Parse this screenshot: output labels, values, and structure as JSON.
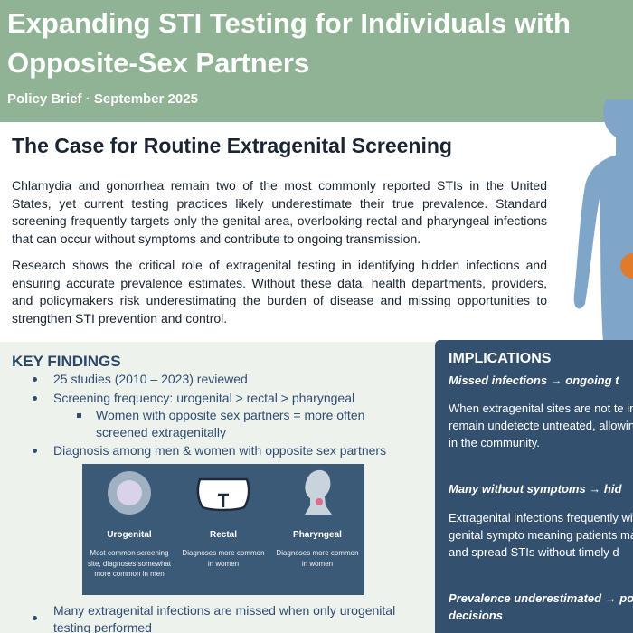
{
  "header": {
    "title": "Expanding STI Testing for Individuals with Opposite-Sex Partners",
    "subtitle": "Policy Brief · September 2025"
  },
  "intro": {
    "heading": "The Case for Routine Extragenital Screening",
    "paragraphs": [
      "Chlamydia and gonorrhea remain two of the most commonly reported STIs in the United States, yet current testing practices likely underestimate their true prevalence. Standard screening frequently targets only the genital area, overlooking rectal and pharyngeal infections that can occur without symptoms and contribute to ongoing transmission.",
      "Research shows the critical role of extragenital testing in identifying hidden infections and ensuring accurate prevalence estimates. Without these data, health departments, providers, and policymakers risk underestimating the burden of disease and missing opportunities to strengthen STI prevention and control."
    ]
  },
  "key_findings": {
    "title": "KEY FINDINGS",
    "items": [
      "25 studies (2010 – 2023) reviewed",
      "Screening frequency: urogenital > rectal > pharyngeal",
      "Women with opposite sex partners = more often screened extragenitally",
      "Diagnosis among men & women with opposite sex partners",
      "Many extragenital infections are missed when only urogenital testing performed"
    ],
    "diagram": [
      {
        "label": "Urogenital",
        "desc": "Most common screening site, diagnoses somewhat more common in men"
      },
      {
        "label": "Rectal",
        "desc": "Diagnoses more common in women"
      },
      {
        "label": "Pharyngeal",
        "desc": "Diagnoses more common in women"
      }
    ]
  },
  "implications": {
    "title": "IMPLICATIONS",
    "heading_1": "Missed infections → ongoing t",
    "text_1": "When extragenital sites are not te infections often remain undetecte untreated, allowing continued tra in the community.",
    "heading_2": "Many without symptoms → hid",
    "text_2": "Extragenital infections frequently without noticeable genital sympto meaning patients may unknowing and spread STIs without timely d",
    "heading_3": "Prevalence underestimated → policy decisions"
  },
  "colors": {
    "header_bg": "#8fb394",
    "panel_bg": "#eef2ec",
    "navy": "#34506f",
    "figure": "#7fa6c9",
    "highlight": "#e07b2c"
  }
}
